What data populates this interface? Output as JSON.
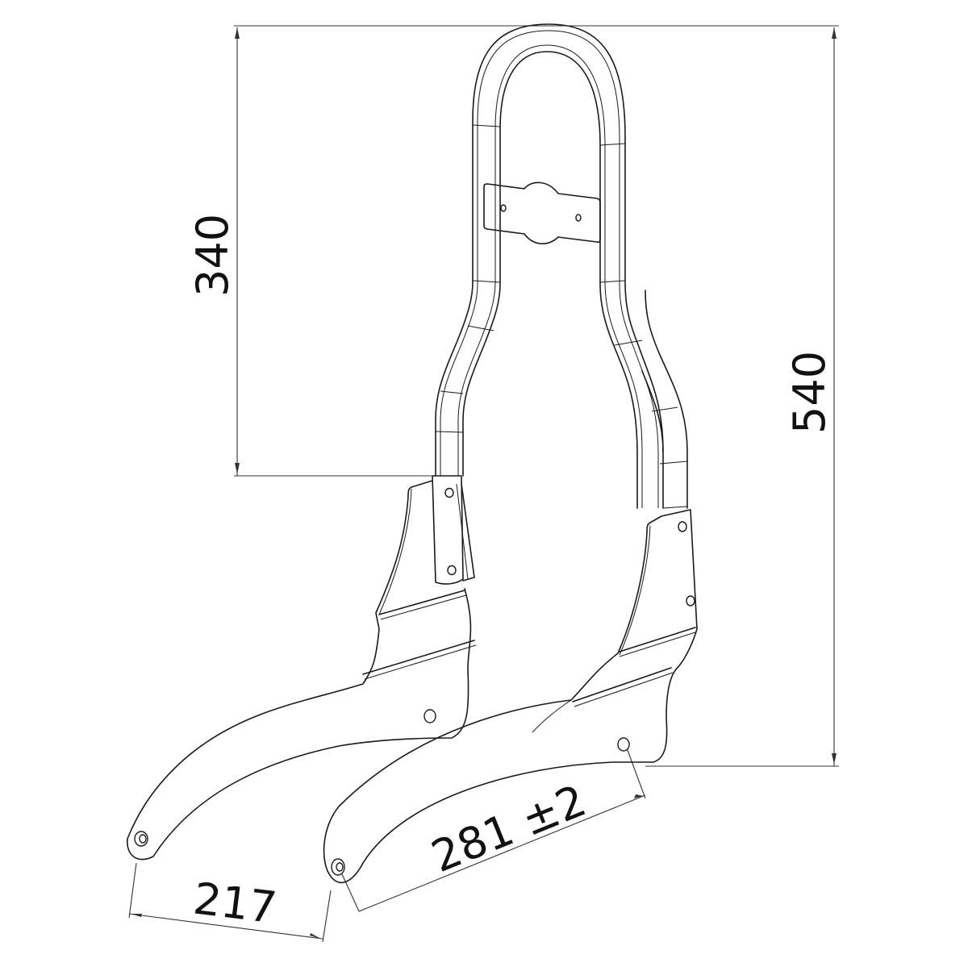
{
  "drawing": {
    "subject": "sissy bar backrest with side mounting plates",
    "line_color": "#1a1a1a",
    "background": "#ffffff"
  },
  "dimensions": {
    "height_upper": {
      "label": "340",
      "orientation": "vertical"
    },
    "height_total": {
      "label": "540",
      "orientation": "vertical"
    },
    "hole_spacing_front": {
      "label": "217",
      "orientation": "angled"
    },
    "hole_spacing_rear": {
      "label": "281 ±2",
      "orientation": "angled"
    }
  }
}
